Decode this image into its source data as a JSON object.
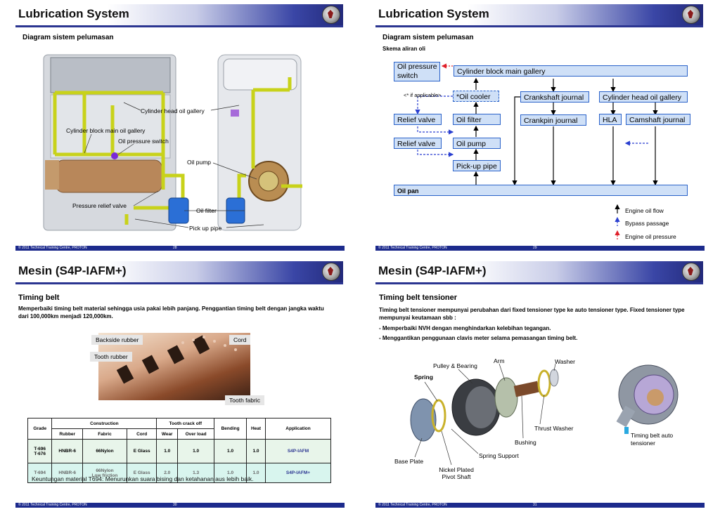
{
  "slide1": {
    "title": "Lubrication System",
    "subtitle": "Diagram sistem pelumasan",
    "labels": [
      "Cylinder head oil gallery",
      "Cylinder block main oil gallery",
      "Oil pressure switch",
      "Oil pump",
      "Pressure relief valve",
      "Oil filter",
      "Pick up pipe"
    ],
    "footer_copyright": "© 2011 Technical Training Centre, PROTON",
    "footer_page": "28"
  },
  "slide2": {
    "title": "Lubrication System",
    "subtitle": "Diagram sistem pelumasan",
    "subtitle2": "Skema aliran oli",
    "boxes": {
      "oil_pressure_switch": "Oil pressure switch",
      "cyl_block_gallery": "Cylinder block main gallery",
      "oil_cooler": "*Oil cooler",
      "crankshaft_journal": "Crankshaft journal",
      "cyl_head_gallery": "Cylinder head oil gallery",
      "relief_valve_1": "Relief valve",
      "oil_filter": "Oil filter",
      "crankpin_journal": "Crankpin journal",
      "hla": "HLA",
      "camshaft_journal": "Camshaft journal",
      "relief_valve_2": "Relief valve",
      "oil_pump": "Oil pump",
      "pickup_pipe": "Pick-up pipe",
      "oil_pan": "Oil pan"
    },
    "note": "<* if applicable>",
    "legend": [
      "Engine oil flow",
      "Bypass passage",
      "Engine oil pressure"
    ],
    "colors": {
      "flow": "#000000",
      "bypass": "#2a3fd0",
      "pressure": "#e0202a"
    },
    "footer_copyright": "© 2011 Technical Training Centre, PROTON",
    "footer_page": "29"
  },
  "slide3": {
    "title": "Mesin (S4P-IAFM+)",
    "subtitle": "Timing belt",
    "body": "Memperbaiki timing belt material sehingga usia pakai lebih panjang.  Penggantian timing belt dengan jangka waktu dari 100,000km menjadi 120,000km.",
    "callouts": [
      "Backside rubber",
      "Cord",
      "Tooth rubber",
      "Tooth fabric"
    ],
    "table": {
      "h_grade": "Grade",
      "h_construction": "Construction",
      "h_tooth_crack": "Tooth crack off",
      "h_bending": "Bending",
      "h_heat": "Heat",
      "h_application": "Application",
      "h_rubber": "Rubber",
      "h_fabric": "Fabric",
      "h_cord": "Cord",
      "h_wear": "Wear",
      "h_overload": "Over load",
      "rows": [
        {
          "grade": "T-696\nT-676",
          "rubber": "HNBR-6",
          "fabric": "66Nylon",
          "cord": "E Glass",
          "wear": "1.0",
          "overload": "1.0",
          "bending": "1.0",
          "heat": "1.0",
          "application": "S4P-IAFM"
        },
        {
          "grade": "T-694",
          "rubber": "HNBR-6",
          "fabric": "66Nylon\nLow friction",
          "cord": "E Glass",
          "wear": "2.0",
          "overload": "1.3",
          "bending": "1.0",
          "heat": "1.0",
          "application": "S4P-IAFM+"
        }
      ]
    },
    "overlay_text": "Keuntungan material T694:  Menurunkan suara bising dan ketahanan aus lebih baik.",
    "footer_copyright": "© 2011 Technical Training Centre, PROTON",
    "footer_page": "30"
  },
  "slide4": {
    "title": "Mesin (S4P-IAFM+)",
    "subtitle": "Timing belt tensioner",
    "body1": "Timing belt tensioner mempunyai perubahan dari fixed tensioner type ke auto tensioner type.  Fixed tensioner type mempunyai keutamaan sbb :",
    "bullet1": "- Memperbaiki NVH dengan menghindarkan kelebihan tegangan.",
    "bullet2": "- Menggantikan penggunaan clavis meter selama pemasangan timing belt.",
    "labels": [
      "Pulley & Bearing",
      "Arm",
      "Washer",
      "Spring",
      "Thrust Washer",
      "Bushing",
      "Spring Support",
      "Base Plate",
      "Nickel Plated Pivot Shaft",
      "Timing belt auto tensioner"
    ],
    "footer_copyright": "© 2011 Technical Training Centre, PROTON",
    "footer_page": "31"
  }
}
